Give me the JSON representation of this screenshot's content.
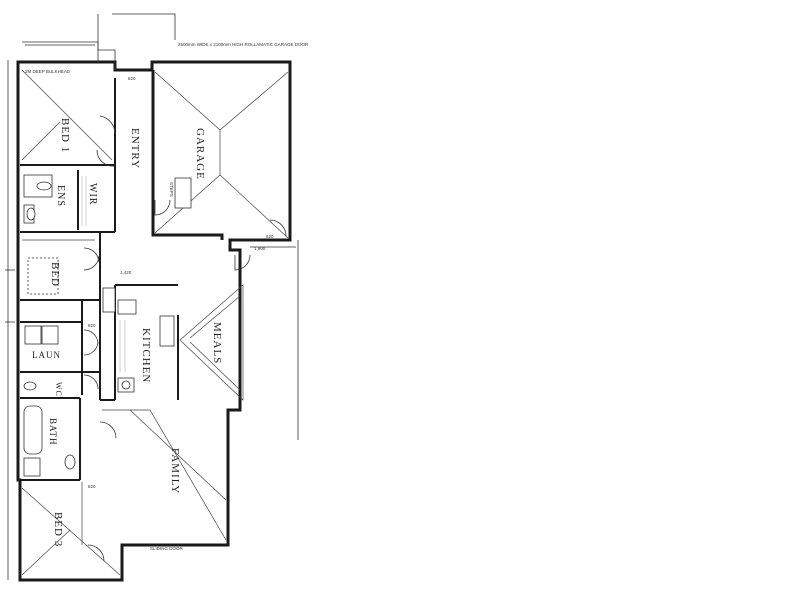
{
  "rooms": {
    "bed1": "BED 1",
    "entry": "ENTRY",
    "garage": "GARAGE",
    "ens": "ENS",
    "wir": "WIR",
    "bed": "BED",
    "meals": "MEALS",
    "kitchen": "KITCHEN",
    "laundry": "LAUN",
    "wc": "WC",
    "bath": "BATH",
    "family": "FAMILY",
    "bed3": "BED 3"
  },
  "notes": {
    "garage_door": "2500mm WIDE x 2100mm HIGH ROLLAMATIC GARAGE DOOR",
    "bulkhead": "2M DEEP BULKHEAD",
    "door_820_a": "820",
    "door_820_b": "820",
    "door_820_c": "820",
    "door_620": "620",
    "dim_1": "1,900",
    "dim_2": "1,420",
    "sliding_door": "SLIDING DOOR",
    "steps": "STEPS"
  }
}
